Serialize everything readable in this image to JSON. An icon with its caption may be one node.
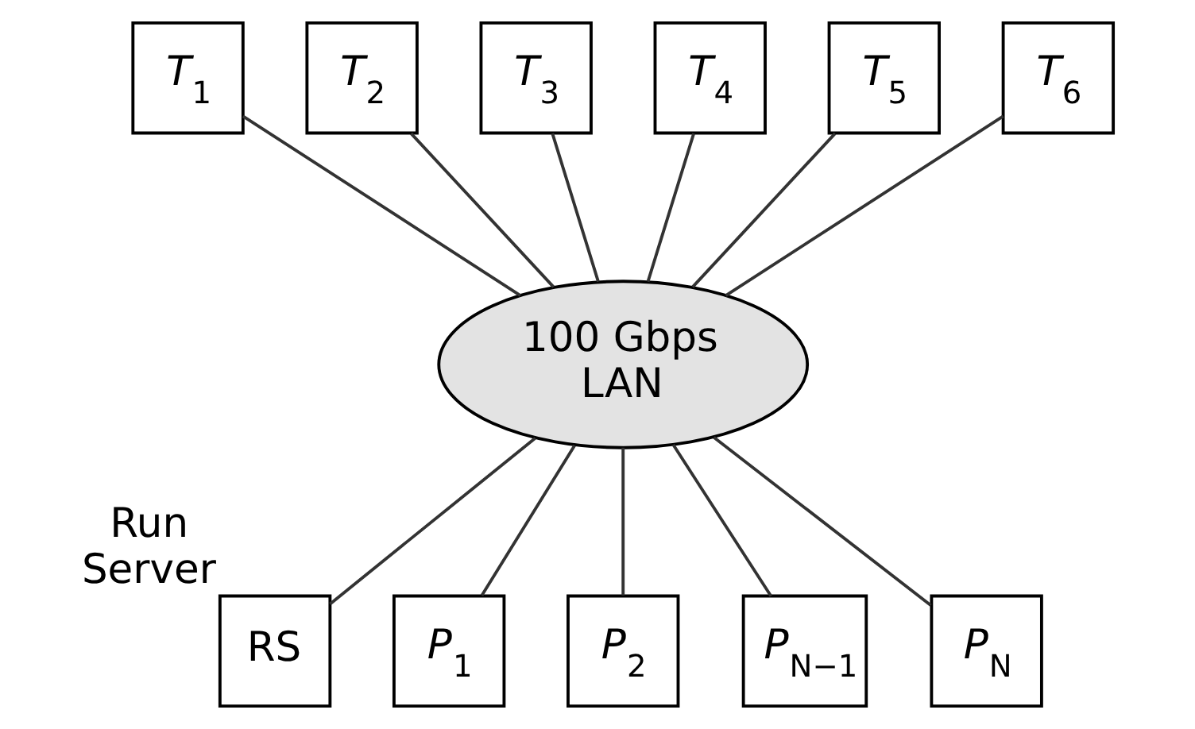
{
  "diagram": {
    "nodes": [
      {
        "text": [
          "*T*$_{1}$"
        ]
      },
      {
        "text": [
          "*T*$_{2}$"
        ]
      },
      {
        "text": [
          "*T*$_{3}$"
        ]
      },
      {
        "text": [
          "*T*$_{4}$"
        ]
      },
      {
        "text": [
          "*T*$_{5}$"
        ]
      },
      {
        "text": [
          "*T*$_{6}$"
        ]
      },
      {
        "text": [
          "100 Gbps LAN"
        ]
      },
      {
        "text": [
          "RS"
        ],
        "beside": [
          "Run Server"
        ]
      },
      {
        "text": [
          "*P*$_{1}$"
        ]
      },
      {
        "text": [
          "*P*$_{2}$"
        ]
      },
      {
        "text": [
          "*P*$_{N−1}$"
        ]
      },
      {
        "text": [
          "*P*$_{N}$"
        ]
      }
    ],
    "edges": [
      {
        "from": 0,
        "to": 6,
        "arrow": "none"
      },
      {
        "from": 1,
        "to": 6,
        "arrow": "none"
      },
      {
        "from": 2,
        "to": 6,
        "arrow": "none"
      },
      {
        "from": 3,
        "to": 6,
        "arrow": "none"
      },
      {
        "from": 4,
        "to": 6,
        "arrow": "none"
      },
      {
        "from": 5,
        "to": 6,
        "arrow": "none"
      },
      {
        "from": 6,
        "to": 7,
        "arrow": "none"
      },
      {
        "from": 6,
        "to": 8,
        "arrow": "none"
      },
      {
        "from": 6,
        "to": 9,
        "arrow": "none"
      },
      {
        "from": 6,
        "to": 10,
        "arrow": "none"
      },
      {
        "from": 6,
        "to": 11,
        "arrow": "none"
      }
    ]
  }
}
